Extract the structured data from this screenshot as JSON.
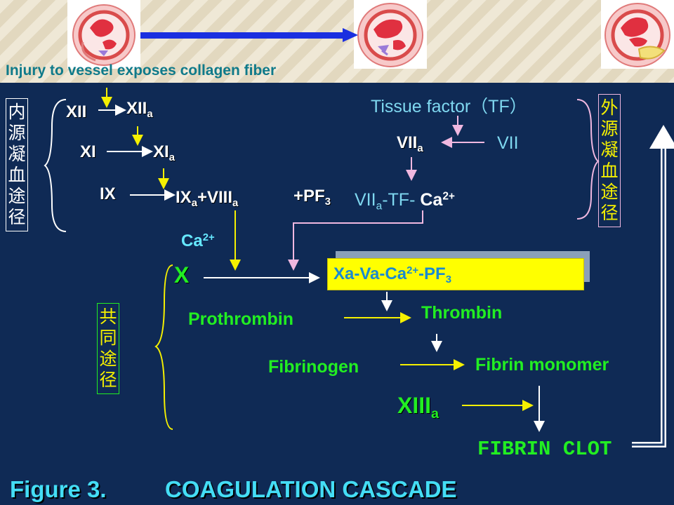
{
  "header": {
    "injury_text": "Injury to vessel exposes collagen fiber"
  },
  "intrinsic": {
    "label": "内源凝血途径",
    "xii": "XII",
    "xiia": "XII",
    "xiia_sub": "a",
    "xi": "XI",
    "xia": "XI",
    "xia_sub": "a",
    "ix": "IX",
    "complex_ix": "IX",
    "complex_ix_sub": "a",
    "complex_viii": "+VIII",
    "complex_viii_sub": "a",
    "pf3": "+PF",
    "pf3_sub": "3",
    "ca": "Ca",
    "ca_sup": "2+"
  },
  "extrinsic": {
    "label": "外源凝血途径",
    "tissue_factor": "Tissue factor（TF）",
    "viia": "VII",
    "viia_sub": "a",
    "vii": "VII",
    "complex_vii": "VII",
    "complex_vii_sub": "a",
    "complex_tf": "-TF- ",
    "complex_ca": "Ca",
    "complex_ca_sup": "2+"
  },
  "common": {
    "label": "共同途径",
    "x": "X",
    "prothrombinase": "Xa-Va-Ca",
    "prothrombinase_sup": "2+",
    "prothrombinase_pf": "-PF",
    "prothrombinase_sub": "3",
    "prothrombin": "Prothrombin",
    "thrombin": "Thrombin",
    "fibrinogen": "Fibrinogen",
    "fibrin_monomer": "Fibrin monomer",
    "xiii": "XIII",
    "xiii_sub": "a",
    "fibrin_clot": "FIBRIN CLOT"
  },
  "caption": {
    "figure": "Figure 3.",
    "title": "COAGULATION CASCADE"
  },
  "colors": {
    "background": "#0f2a55",
    "yellow": "#f5f000",
    "pink": "#f0b8e0",
    "green": "#22ee22",
    "cyan": "#66e8ff",
    "light_blue": "#7fd8f0"
  }
}
